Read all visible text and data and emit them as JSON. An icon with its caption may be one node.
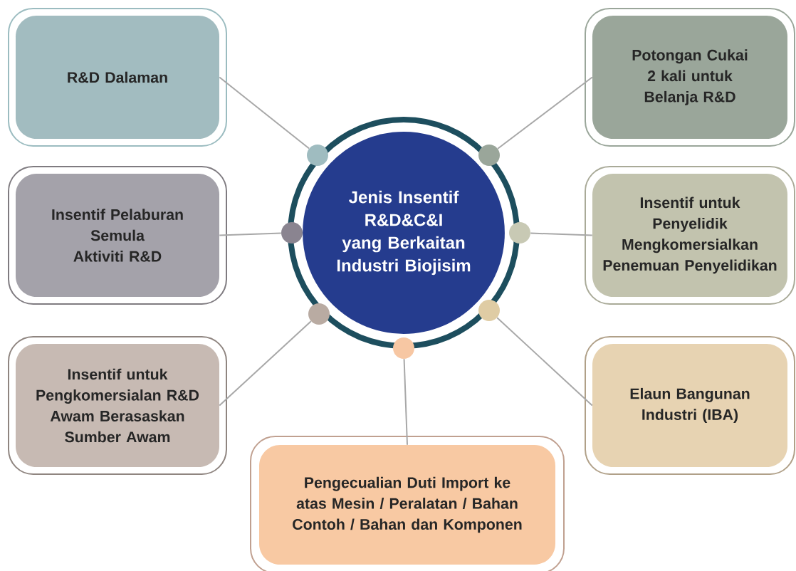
{
  "diagram": {
    "nodes": [
      {
        "text": [
          "R&D Dalaman"
        ]
      },
      {
        "text": [
          "Potongan Cukai 2 kali untuk Belanja R&D"
        ]
      },
      {
        "text": [
          "Jenis Insentif R&D&C&I yang Berkaitan Industri Biojisim"
        ]
      },
      {
        "text": [
          "Insentif Pelaburan Semula Aktiviti R&D"
        ]
      },
      {
        "text": [
          "Insentif untuk Penyelidik Mengkomersialkan Penemuan Penyelidikan"
        ]
      },
      {
        "text": [
          "Insentif untuk Pengkomersialan R&D Awam Berasaskan Sumber Awam"
        ]
      },
      {
        "text": [
          "Elaun Bangunan Industri (IBA)"
        ]
      },
      {
        "text": [
          "Pengecualian Duti Import ke atas Mesin / Peralatan / Bahan Contoh / Bahan dan Komponen"
        ]
      },
      {
        "text": [],
        "shape": "circle"
      },
      {
        "text": [],
        "shape": "circle"
      },
      {
        "text": [],
        "shape": "circle"
      },
      {
        "text": [],
        "shape": "circle"
      },
      {
        "text": [],
        "shape": "circle"
      },
      {
        "text": [],
        "shape": "circle"
      },
      {
        "text": [],
        "shape": "circle"
      }
    ],
    "edges": [
      {
        "from": 8,
        "to": 0,
        "arrow": "none"
      },
      {
        "from": 9,
        "to": 1,
        "arrow": "none"
      },
      {
        "from": 10,
        "to": 3,
        "arrow": "none"
      },
      {
        "from": 11,
        "to": 4,
        "arrow": "none"
      },
      {
        "from": 12,
        "to": 5,
        "arrow": "none"
      },
      {
        "from": 13,
        "to": 6,
        "arrow": "none"
      },
      {
        "from": 14,
        "to": 7,
        "arrow": "none"
      }
    ]
  }
}
